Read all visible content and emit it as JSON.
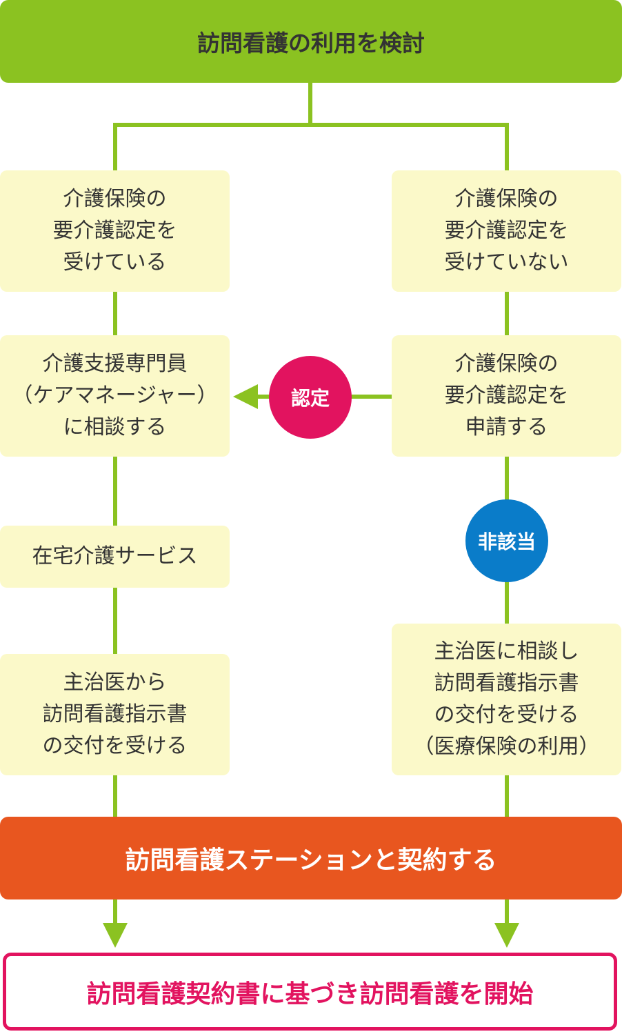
{
  "top": {
    "text": "訪問看護の利用を検討"
  },
  "left": {
    "box1": "介護保険の\n要介護認定を\n受けている",
    "box2": "介護支援専門員\n（ケアマネージャー）\nに相談する",
    "box3": "在宅介護サービス",
    "box4": "主治医から\n訪問看護指示書\nの交付を受ける"
  },
  "right": {
    "box1": "介護保険の\n要介護認定を\n受けていない",
    "box2": "介護保険の\n要介護認定を\n申請する",
    "box3": "主治医に相談し\n訪問看護指示書\nの交付を受ける\n（医療保険の利用）"
  },
  "badges": {
    "certified": "認定",
    "not_applicable": "非該当"
  },
  "contract": {
    "text": "訪問看護ステーションと契約する"
  },
  "final": {
    "text": "訪問看護契約書に基づき訪問看護を開始"
  },
  "colors": {
    "green": "#8bc221",
    "pale_yellow": "#fbf9c9",
    "orange": "#e8561f",
    "magenta": "#e2135f",
    "blue": "#0a7cc9"
  }
}
